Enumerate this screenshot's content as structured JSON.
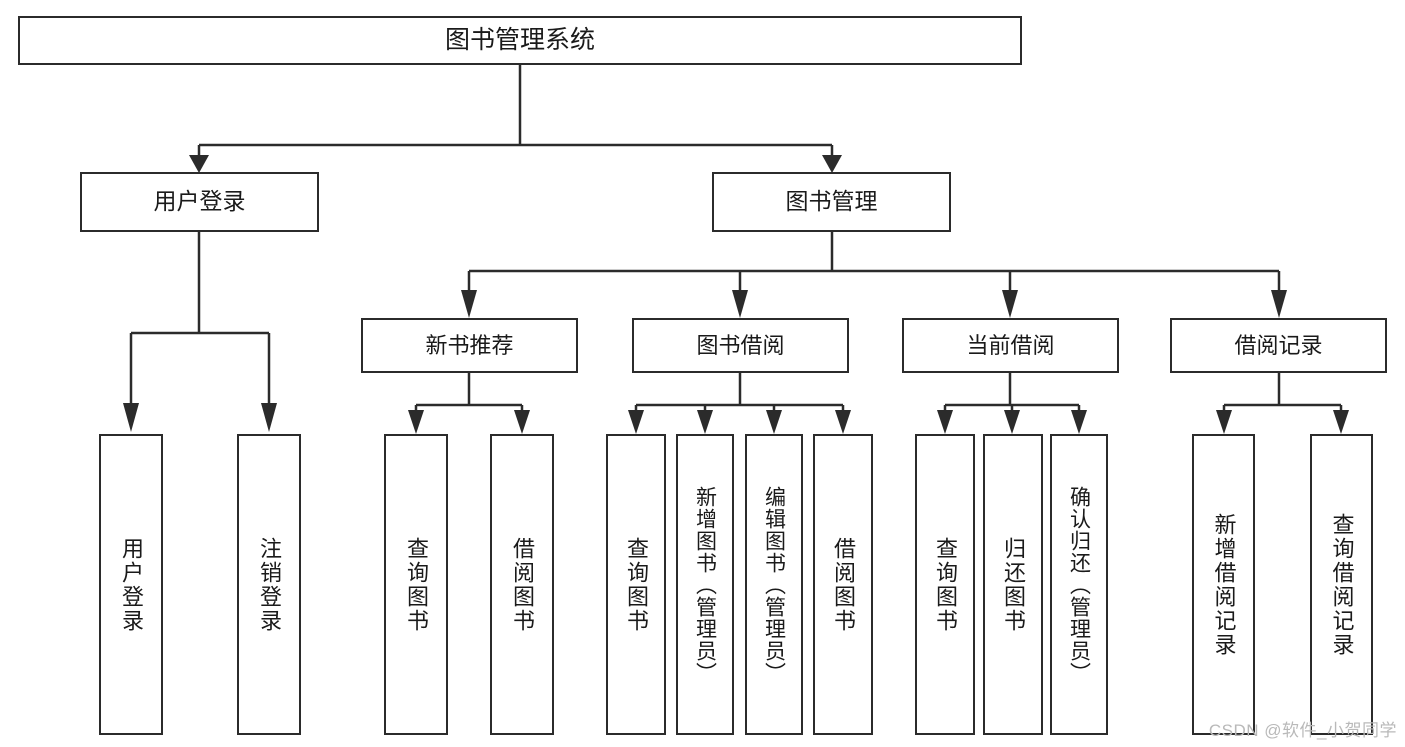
{
  "diagram": {
    "title": "图书管理系统",
    "type": "tree-hierarchy-chart",
    "root": {
      "label": "图书管理系统"
    },
    "level1": [
      {
        "label": "用户登录"
      },
      {
        "label": "图书管理"
      }
    ],
    "level2": [
      {
        "label": "新书推荐"
      },
      {
        "label": "图书借阅"
      },
      {
        "label": "当前借阅"
      },
      {
        "label": "借阅记录"
      }
    ],
    "leaves": {
      "user_login": [
        {
          "label": "用户登录"
        },
        {
          "label": "注销登录"
        }
      ],
      "new_book_recommend": [
        {
          "label": "查询图书"
        },
        {
          "label": "借阅图书"
        }
      ],
      "book_borrow": [
        {
          "label": "查询图书"
        },
        {
          "label": "新增图书（管理员）"
        },
        {
          "label": "编辑图书（管理员）"
        },
        {
          "label": "借阅图书"
        }
      ],
      "current_borrow": [
        {
          "label": "查询图书"
        },
        {
          "label": "归还图书"
        },
        {
          "label": "确认归还（管理员）"
        }
      ],
      "borrow_record": [
        {
          "label": "新增借阅记录"
        },
        {
          "label": "查询借阅记录"
        }
      ]
    }
  },
  "watermark": {
    "text": "CSDN @软件_小贺同学"
  },
  "colors": {
    "stroke": "#2b2b2b",
    "background": "#ffffff",
    "text": "#1a1a1a",
    "watermark": "#b9b9b9"
  }
}
